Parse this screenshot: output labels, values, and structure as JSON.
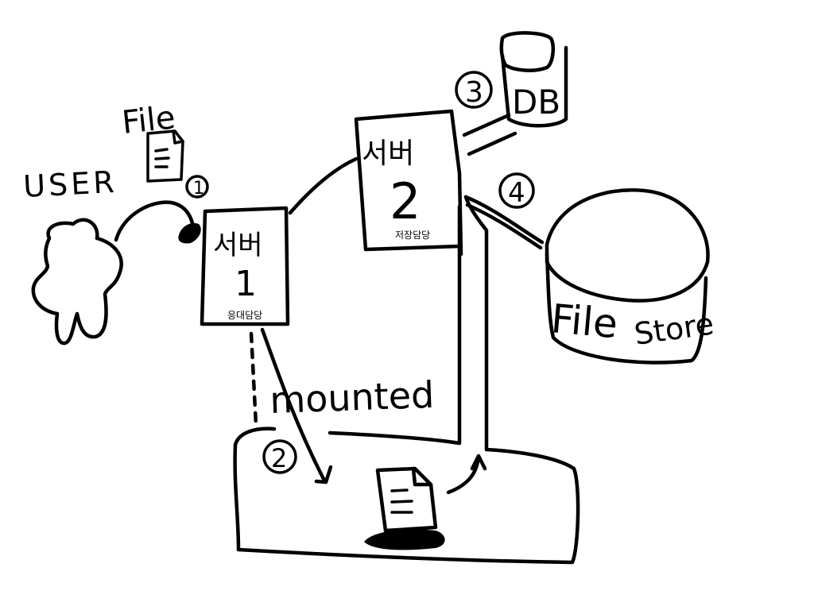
{
  "labels": {
    "user": "USER",
    "file": "File",
    "mounted": "mounted",
    "db": "DB",
    "file_store_word1": "File",
    "file_store_word2": "Store"
  },
  "server1": {
    "name": "서버",
    "number": "1",
    "role": "응대담당"
  },
  "server2": {
    "name": "서버",
    "number": "2",
    "role": "저장담당"
  },
  "steps": {
    "step1": "1",
    "step2": "2",
    "step3": "3",
    "step4": "4"
  },
  "colors": {
    "ink": "#000000",
    "background": "#ffffff"
  }
}
